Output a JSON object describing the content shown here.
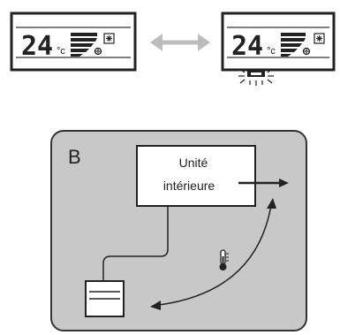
{
  "top": {
    "left_display": {
      "temperature": "24",
      "unit": "°c"
    },
    "right_display": {
      "temperature": "24",
      "unit": "°c"
    }
  },
  "panel_b": {
    "label": "B",
    "indoor_unit": {
      "line1": "Unité",
      "line2": "intérieure"
    }
  },
  "colors": {
    "panel_bg": "#c8c8c8",
    "panel_border": "#333333",
    "lcd_line": "#222222",
    "arrow_grey": "#bdbdbd"
  }
}
